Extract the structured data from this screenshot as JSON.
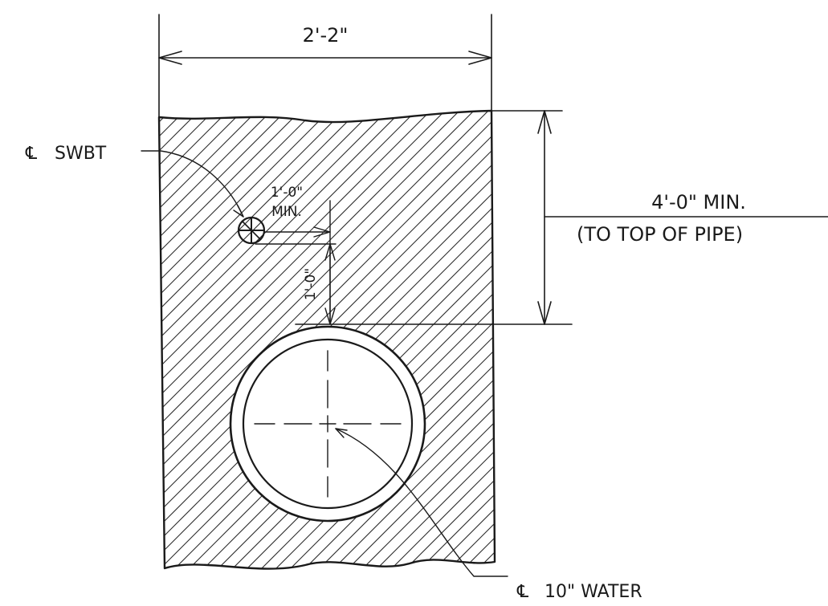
{
  "dimensions": {
    "trench_width": "2'-2\"",
    "clearance_horizontal": [
      "1'-0\"",
      "MIN."
    ],
    "clearance_vertical": "1'-0\"",
    "cover_depth": "4'-0\" MIN.",
    "cover_depth_note": "(TO TOP OF PIPE)"
  },
  "labels": {
    "centerline_symbol": "℄",
    "swbt": "SWBT",
    "water": "10\" WATER"
  },
  "colors": {
    "ink": "#1a1a1a",
    "paper": "#ffffff"
  }
}
